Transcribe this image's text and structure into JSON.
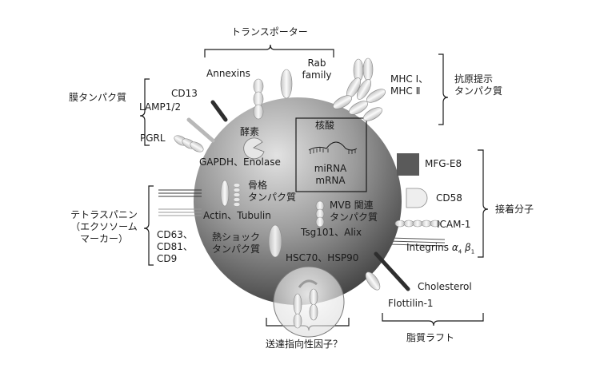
{
  "labels": {
    "transporter": "トランスポーター",
    "annexins": "Annexins",
    "rab": "Rab",
    "family": "family",
    "mhc1": "MHC Ⅰ、",
    "mhc2": "MHC Ⅱ",
    "antigen1": "抗原提示",
    "antigen2": "タンパク質",
    "membrane_protein": "膜タンパク質",
    "cd13": "CD13",
    "lamp": "LAMP1/2",
    "pgrl": "PGRL",
    "enzyme": "酵素",
    "gapdh": "GAPDH、Enolase",
    "nucleic": "核酸",
    "mirna": "miRNA",
    "mrna": "mRNA",
    "mfge8": "MFG-E8",
    "cd58": "CD58",
    "adhesion": "接着分子",
    "icam": "ICAM-1",
    "integrins": "Integrins",
    "alpha": "α",
    "alpha_sub": "4",
    "beta": "β",
    "beta_sub": "1",
    "cytoskeleton1": "骨格",
    "cytoskeleton2": "タンパク質",
    "actin": "Actin、Tubulin",
    "mvb1": "MVB 関連",
    "mvb2": "タンパク質",
    "tsg": "Tsg101、Alix",
    "heatshock1": "熱ショック",
    "heatshock2": "タンパク質",
    "hsc": "HSC70、HSP90",
    "tetraspanin1": "テトラスパニン",
    "tetraspanin2": "（エクソソーム",
    "tetraspanin3": "マーカー）",
    "cd63": "CD63、",
    "cd81": "CD81、",
    "cd9": "CD9",
    "cholesterol": "Cholesterol",
    "flotillin": "Flottilin-1",
    "lipid_raft": "脂質ラフト",
    "targeting": "送達指向性因子？"
  },
  "colors": {
    "ink": "#1a1a1a",
    "vesicle_light": "#dcdcdc",
    "vesicle_dark": "#2e2e2e",
    "protein_light": "#f2f2f2",
    "protein_mid": "#a8a8a8"
  }
}
